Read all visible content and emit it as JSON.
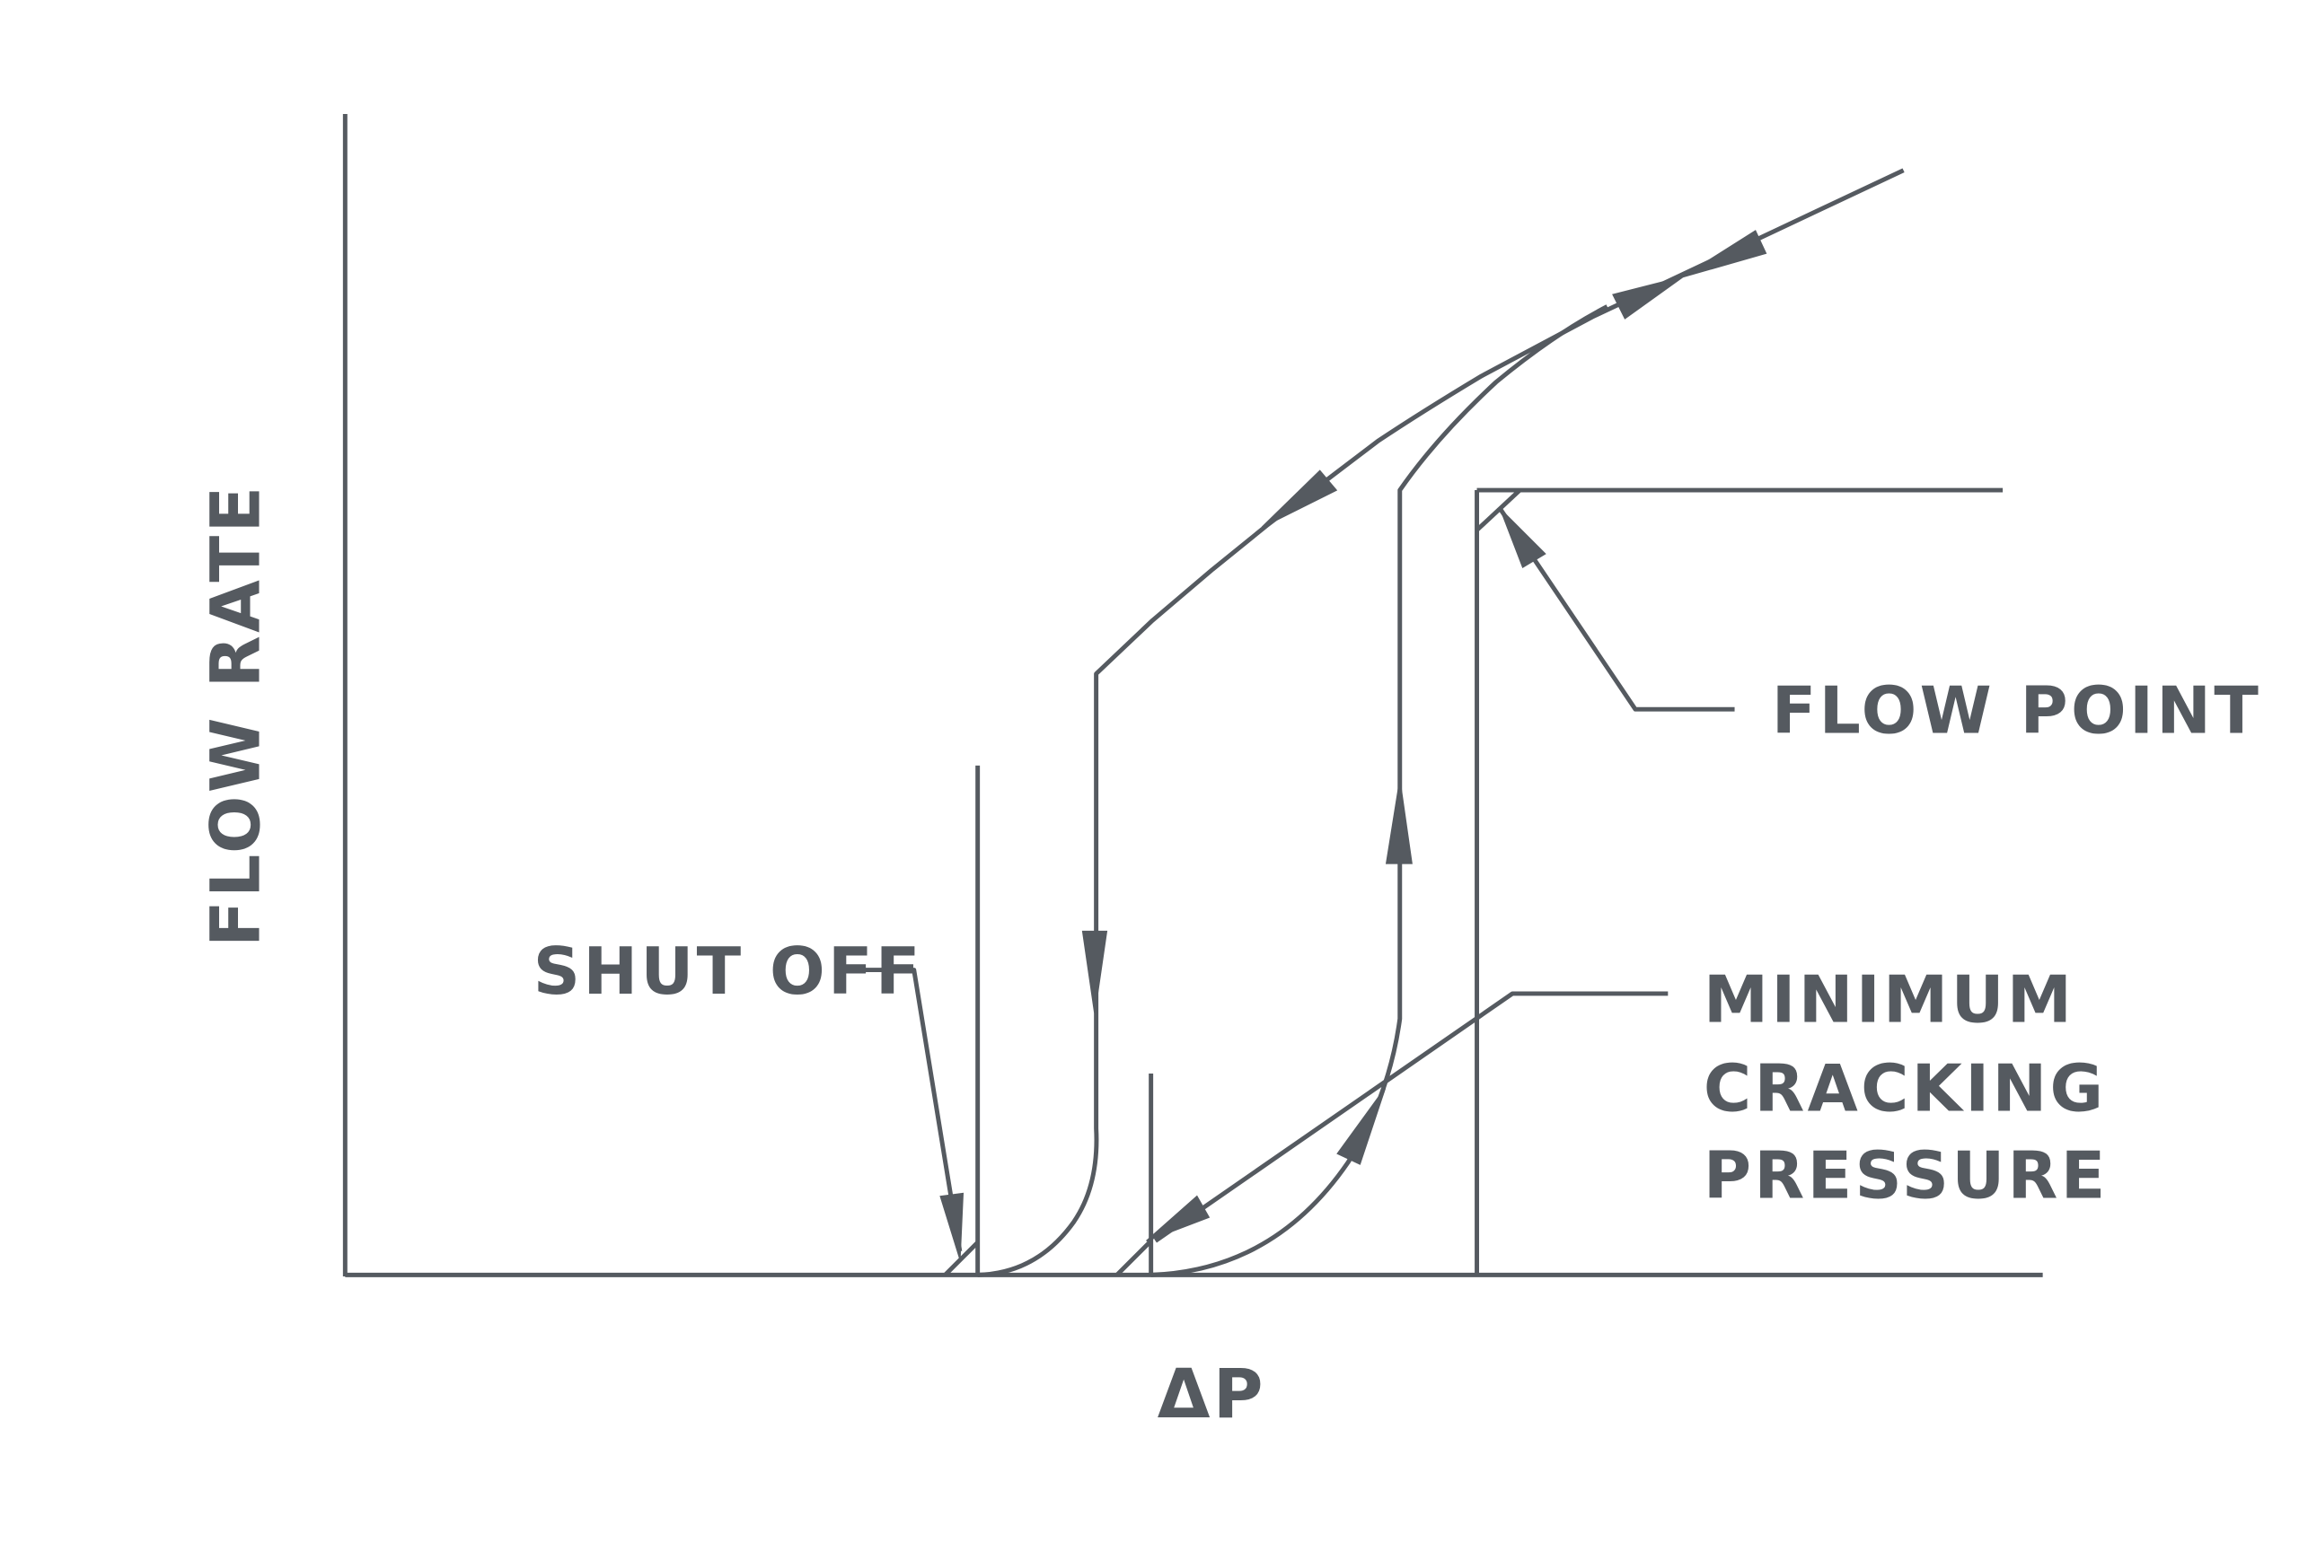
{
  "diagram": {
    "axes": {
      "y_label": "FLOW RATE",
      "x_label": "ΔP"
    },
    "annotations": {
      "shut_off": "SHUT OFF",
      "flow_point": "FLOW POINT",
      "min_cracking": [
        "MINIMUM",
        "CRACKING",
        "PRESSURE"
      ]
    },
    "colors": {
      "line": "#555a60",
      "background": "#ffffff"
    }
  }
}
